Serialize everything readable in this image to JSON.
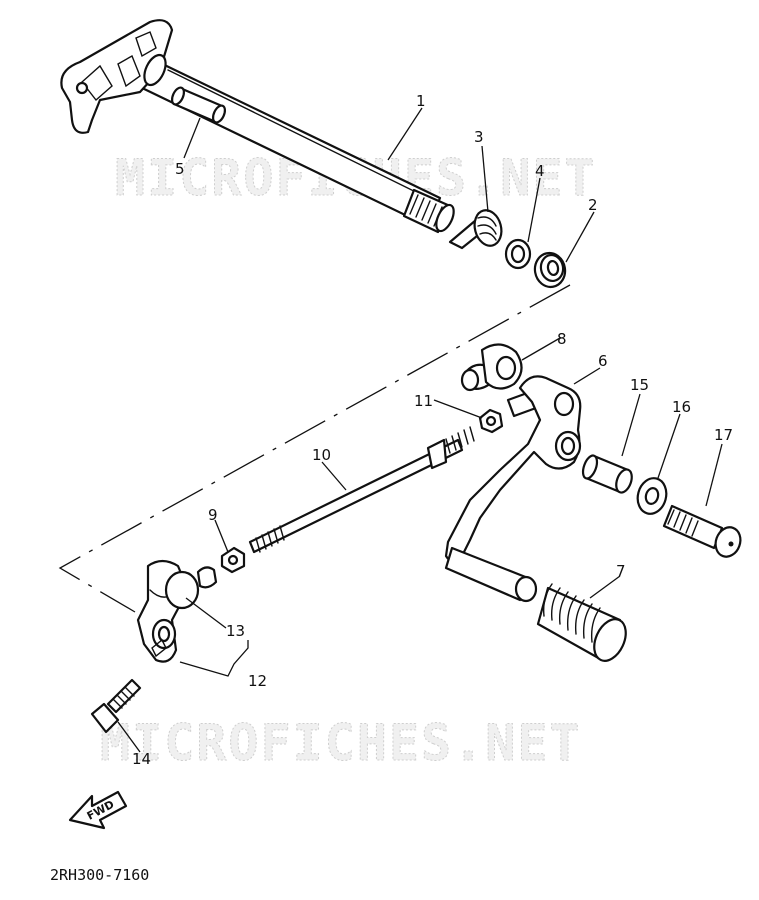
{
  "watermark": "MICROFICHES.NET",
  "diagram_code": "2RH300-7160",
  "fwd_label": "FWD",
  "callouts": {
    "p1": "1",
    "p2": "2",
    "p3": "3",
    "p4": "4",
    "p5": "5",
    "p6": "6",
    "p7": "7",
    "p8": "8",
    "p9": "9",
    "p10": "10",
    "p11": "11",
    "p12": "12",
    "p13": "13",
    "p14": "14",
    "p15": "15",
    "p16": "16",
    "p17": "17"
  }
}
